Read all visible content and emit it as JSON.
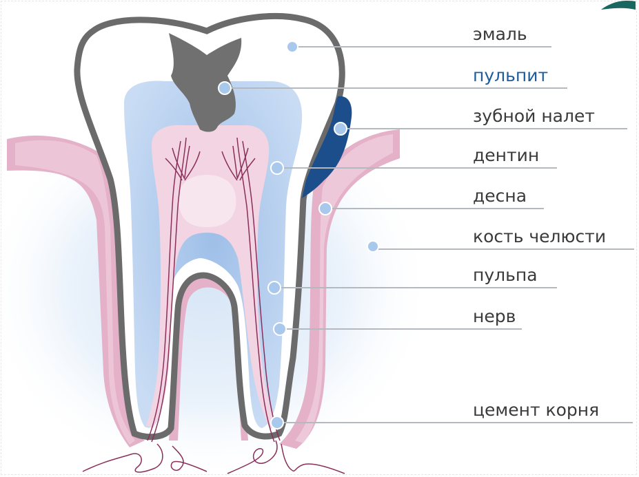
{
  "labels": {
    "enamel": "эмаль",
    "pulpitis": "пульпит",
    "plaque": "зубной налет",
    "dentin": "дентин",
    "gum": "десна",
    "jaw_bone": "кость челюсти",
    "pulp": "пульпа",
    "nerve": "нерв",
    "root_cement": "цемент корня"
  },
  "colors": {
    "enamel_outline": "#6b6b6b",
    "dentin_fill": "#c4d8f2",
    "pulp_fill": "#f2d4e2",
    "nerve": "#8a2e5a",
    "gum": "#e2a9c3",
    "plaque": "#1d4e8c",
    "cavity": "#707070",
    "highlight_text": "#1f5c9e",
    "label_text": "#3a3a3a",
    "accent_corner": "#1a6660"
  }
}
